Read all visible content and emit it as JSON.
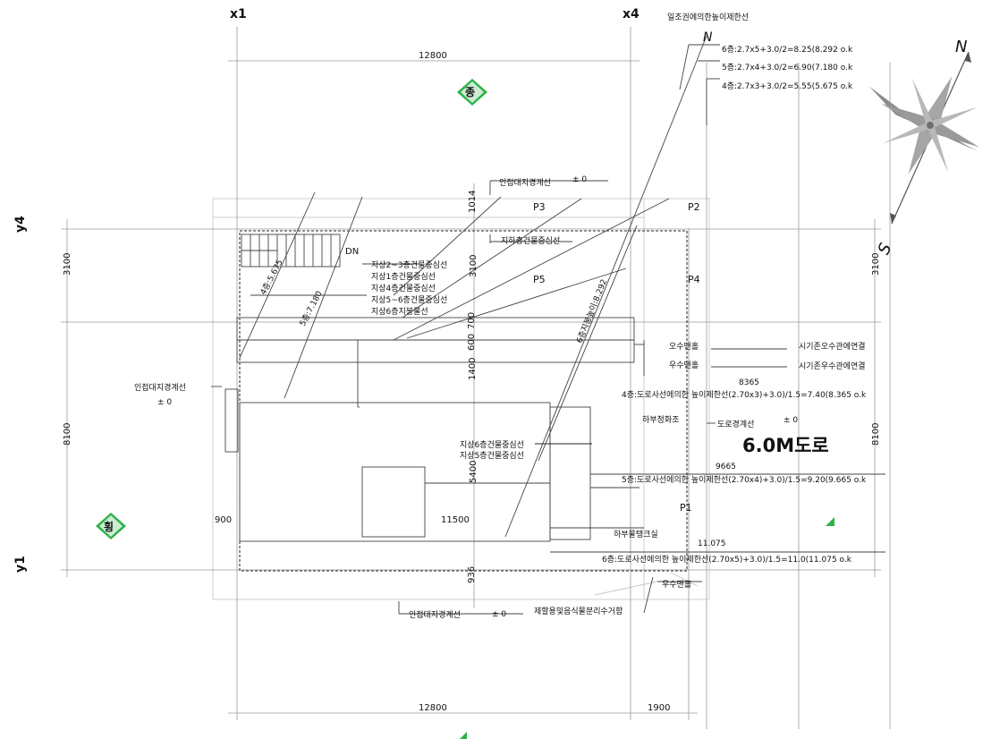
{
  "grid": {
    "x1": "x1",
    "x4": "x4",
    "y1": "y1",
    "y4": "y4",
    "dim_top": "12800",
    "dim_bottom": "12800",
    "dim_bottom_right": "1900",
    "dim_left_top": "3100",
    "dim_left_bottom": "8100",
    "dim_right_top": "3100",
    "dim_right_bottom": "8100",
    "dim_1014": "1014",
    "dim_3100": "3100",
    "dim_700": "700",
    "dim_600": "600",
    "dim_1400": "1400",
    "dim_5400": "5400",
    "dim_936": "936",
    "dim_900": "900",
    "dim_11500": "11500"
  },
  "points": {
    "p1": "P1",
    "p2": "P2",
    "p3": "P3",
    "p4": "P4",
    "p5": "P5"
  },
  "marks": {
    "jong": "종",
    "hoeng": "횡"
  },
  "stair": {
    "dn": "DN"
  },
  "diagonals": {
    "d1": "4층:5.675",
    "d2": "5층:7.180",
    "d3": "6층지붕높이:8.292"
  },
  "top_notes": {
    "title": "일조권에의한높이제한선",
    "n6": "6층:2.7x5+3.0/2=8.25(8.292  o.k",
    "n5": "5층:2.7x4+3.0/2=6.90(7.180  o.k",
    "n4": "4층:2.7x3+3.0/2=5.55(5.675  o.k"
  },
  "labels": {
    "adj_top": "인접대지경계선",
    "adj_left": "인접대지경계선",
    "adj_bottom": "인접대지경계선",
    "pm": "± 0",
    "basement_center": "지하층건물중심선",
    "c1": "지상2~3층건물중심선",
    "c2": "지상1층건물중심선",
    "c3": "지상4층건물중심선",
    "c4": "지상5~6층건물중심선",
    "c5": "지상6층지붕물선",
    "c6": "지상6층건물중심선",
    "c7": "지상5층건물중심선",
    "sewer": "오수맨홀",
    "storm": "우수맨홀",
    "storm2": "우수맨홀",
    "sewer_conn": "시기존오수관에연결",
    "storm_conn": "시기존우수관에연결",
    "r4_val": "8365",
    "r4": "4층:도로사선에의한 높이제한선(2.70x3)+3.0)/1.5=7.40(8.365 o.k",
    "septic": "하부정화조",
    "road_bound": "도로경계선",
    "road": "6.0M도로",
    "r5_val": "9665",
    "r5": "5층:도로사선에의한 높이제한선(2.70x4)+3.0)/1.5=9.20(9.665 o.k",
    "r6_val": "11.075",
    "r6": "6층:도로사선에의한 높이제한선(2.70x5)+3.0)/1.5=11.0(11.075 o.k",
    "underground": "하부물탱크실",
    "grease": "제할용및음식물분리수거함"
  },
  "compass": {
    "n": "N",
    "s": "S",
    "n2": "N"
  },
  "colors": {
    "mark_green": "#2fb24a",
    "line": "#444444",
    "text": "#111111"
  }
}
